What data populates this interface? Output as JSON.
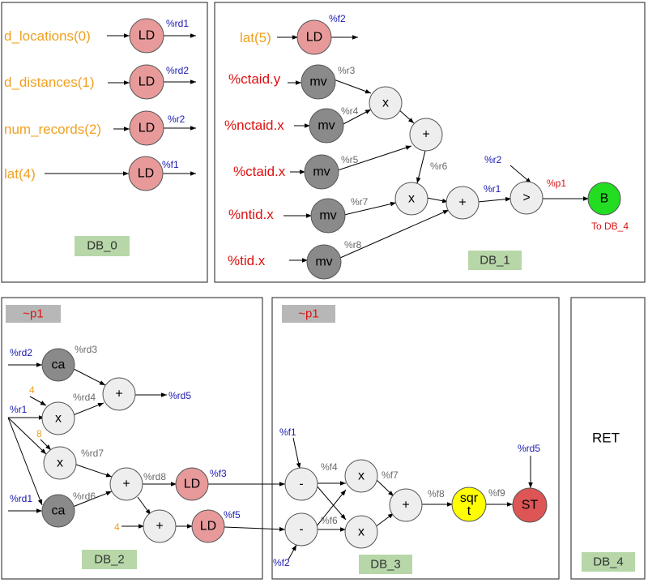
{
  "colors": {
    "ld_node": "#e89a9a",
    "mv_node": "#8a8a8a",
    "op_node": "#eeeeee",
    "branch_node": "#22dd22",
    "sqrt_node": "#ffff00",
    "st_node": "#dd5555",
    "db_tag": "#b7d7a8",
    "pred_tag": "#b7b7b7",
    "edge": "#000000"
  },
  "blocks": {
    "db0": {
      "tag": "DB_0"
    },
    "db1": {
      "tag": "DB_1",
      "branch_note": "To DB_4"
    },
    "db2": {
      "tag": "DB_2",
      "predicate": "~p1"
    },
    "db3": {
      "tag": "DB_3",
      "predicate": "~p1"
    },
    "db4": {
      "tag": "DB_4",
      "ret": "RET"
    }
  },
  "inputs": [
    {
      "id": "in_dloc",
      "text": "d_locations(0)",
      "color": "orange"
    },
    {
      "id": "in_ddist",
      "text": "d_distances(1)",
      "color": "orange"
    },
    {
      "id": "in_numrec",
      "text": "num_records(2)",
      "color": "orange"
    },
    {
      "id": "in_lat4",
      "text": "lat(4)",
      "color": "orange"
    },
    {
      "id": "in_lat5",
      "text": "lat(5)",
      "color": "orange"
    },
    {
      "id": "in_ctaidy",
      "text": "%ctaid.y",
      "color": "red"
    },
    {
      "id": "in_nctaidx",
      "text": "%nctaid.x",
      "color": "red"
    },
    {
      "id": "in_ctaidx",
      "text": "%ctaid.x",
      "color": "red"
    },
    {
      "id": "in_ntidx",
      "text": "%ntid.x",
      "color": "red"
    },
    {
      "id": "in_tidx",
      "text": "%tid.x",
      "color": "red"
    }
  ],
  "nodes": [
    {
      "id": "db0_ld1",
      "label": "LD",
      "kind": "ld"
    },
    {
      "id": "db0_ld2",
      "label": "LD",
      "kind": "ld"
    },
    {
      "id": "db0_ld3",
      "label": "LD",
      "kind": "ld"
    },
    {
      "id": "db0_ld4",
      "label": "LD",
      "kind": "ld"
    },
    {
      "id": "db1_ld",
      "label": "LD",
      "kind": "ld"
    },
    {
      "id": "db1_mv1",
      "label": "mv",
      "kind": "mv"
    },
    {
      "id": "db1_mv2",
      "label": "mv",
      "kind": "mv"
    },
    {
      "id": "db1_mv3",
      "label": "mv",
      "kind": "mv"
    },
    {
      "id": "db1_mv4",
      "label": "mv",
      "kind": "mv"
    },
    {
      "id": "db1_mv5",
      "label": "mv",
      "kind": "mv"
    },
    {
      "id": "db1_x1",
      "label": "x",
      "kind": "op"
    },
    {
      "id": "db1_p1",
      "label": "+",
      "kind": "op"
    },
    {
      "id": "db1_x2",
      "label": "x",
      "kind": "op"
    },
    {
      "id": "db1_p2",
      "label": "+",
      "kind": "op"
    },
    {
      "id": "db1_gt",
      "label": ">",
      "kind": "op"
    },
    {
      "id": "db1_b",
      "label": "B",
      "kind": "branch"
    },
    {
      "id": "db2_ca1",
      "label": "ca",
      "kind": "mv"
    },
    {
      "id": "db2_x1",
      "label": "x",
      "kind": "op"
    },
    {
      "id": "db2_p1",
      "label": "+",
      "kind": "op"
    },
    {
      "id": "db2_x2",
      "label": "x",
      "kind": "op"
    },
    {
      "id": "db2_p2",
      "label": "+",
      "kind": "op"
    },
    {
      "id": "db2_ca2",
      "label": "ca",
      "kind": "mv"
    },
    {
      "id": "db2_ld1",
      "label": "LD",
      "kind": "ld"
    },
    {
      "id": "db2_p3",
      "label": "+",
      "kind": "op"
    },
    {
      "id": "db2_ld2",
      "label": "LD",
      "kind": "ld"
    },
    {
      "id": "db3_m1",
      "label": "-",
      "kind": "op"
    },
    {
      "id": "db3_m2",
      "label": "-",
      "kind": "op"
    },
    {
      "id": "db3_x1",
      "label": "x",
      "kind": "op"
    },
    {
      "id": "db3_x2",
      "label": "x",
      "kind": "op"
    },
    {
      "id": "db3_p",
      "label": "+",
      "kind": "op"
    },
    {
      "id": "db3_sqrt",
      "label": "sqr t",
      "kind": "sqrt"
    },
    {
      "id": "db3_st",
      "label": "ST",
      "kind": "st"
    }
  ],
  "regs": [
    {
      "id": "r_rd1",
      "text": "%rd1",
      "color": "blue"
    },
    {
      "id": "r_rd2",
      "text": "%rd2",
      "color": "blue"
    },
    {
      "id": "r_r2",
      "text": "%r2",
      "color": "blue"
    },
    {
      "id": "r_f1",
      "text": "%f1",
      "color": "blue"
    },
    {
      "id": "r_f2",
      "text": "%f2",
      "color": "blue"
    },
    {
      "id": "r_r3",
      "text": "%r3",
      "color": "gray"
    },
    {
      "id": "r_r4",
      "text": "%r4",
      "color": "gray"
    },
    {
      "id": "r_r5",
      "text": "%r5",
      "color": "gray"
    },
    {
      "id": "r_r6",
      "text": "%r6",
      "color": "gray"
    },
    {
      "id": "r_r7",
      "text": "%r7",
      "color": "gray"
    },
    {
      "id": "r_r8",
      "text": "%r8",
      "color": "gray"
    },
    {
      "id": "r_r1b",
      "text": "%r1",
      "color": "blue"
    },
    {
      "id": "r_r2in",
      "text": "%r2",
      "color": "blue"
    },
    {
      "id": "r_p1",
      "text": "%p1",
      "color": "red"
    },
    {
      "id": "r_rd2in",
      "text": "%rd2",
      "color": "blue"
    },
    {
      "id": "r_rd3",
      "text": "%rd3",
      "color": "gray"
    },
    {
      "id": "r_4a",
      "text": "4",
      "color": "orange"
    },
    {
      "id": "r_rd4",
      "text": "%rd4",
      "color": "gray"
    },
    {
      "id": "r_rd5",
      "text": "%rd5",
      "color": "blue"
    },
    {
      "id": "r_r1in",
      "text": "%r1",
      "color": "blue"
    },
    {
      "id": "r_8",
      "text": "8",
      "color": "orange"
    },
    {
      "id": "r_rd7",
      "text": "%rd7",
      "color": "gray"
    },
    {
      "id": "r_rd8",
      "text": "%rd8",
      "color": "gray"
    },
    {
      "id": "r_f3",
      "text": "%f3",
      "color": "blue"
    },
    {
      "id": "r_rd1in",
      "text": "%rd1",
      "color": "blue"
    },
    {
      "id": "r_rd6",
      "text": "%rd6",
      "color": "gray"
    },
    {
      "id": "r_4b",
      "text": "4",
      "color": "orange"
    },
    {
      "id": "r_f5",
      "text": "%f5",
      "color": "blue"
    },
    {
      "id": "r_f1in",
      "text": "%f1",
      "color": "blue"
    },
    {
      "id": "r_f4",
      "text": "%f4",
      "color": "gray"
    },
    {
      "id": "r_f7",
      "text": "%f7",
      "color": "gray"
    },
    {
      "id": "r_f8",
      "text": "%f8",
      "color": "gray"
    },
    {
      "id": "r_f9",
      "text": "%f9",
      "color": "gray"
    },
    {
      "id": "r_rd5in",
      "text": "%rd5",
      "color": "blue"
    },
    {
      "id": "r_f6",
      "text": "%f6",
      "color": "gray"
    },
    {
      "id": "r_f2in",
      "text": "%f2",
      "color": "blue"
    }
  ]
}
